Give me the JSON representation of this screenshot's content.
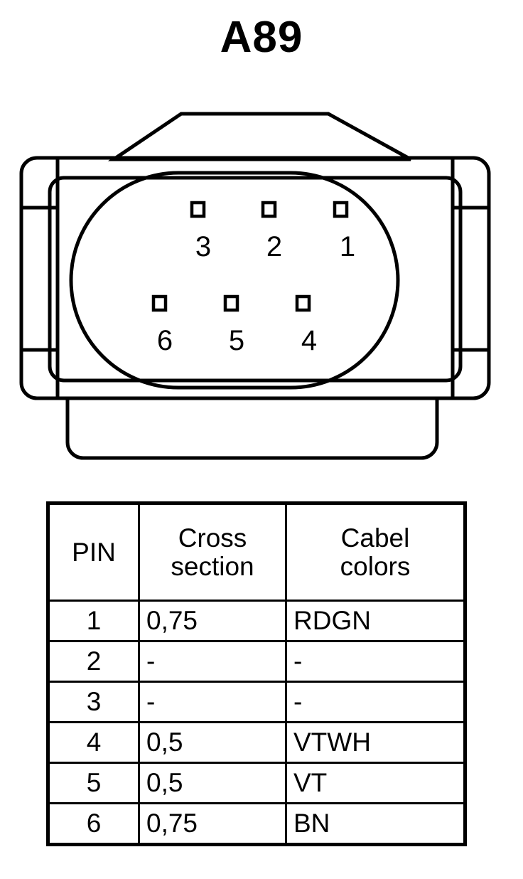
{
  "title": "A89",
  "connector": {
    "name": "6-pin-connector-front-view",
    "pins": [
      {
        "number": "1",
        "row": "top",
        "position": "right"
      },
      {
        "number": "2",
        "row": "top",
        "position": "center"
      },
      {
        "number": "3",
        "row": "top",
        "position": "left"
      },
      {
        "number": "4",
        "row": "bottom",
        "position": "right"
      },
      {
        "number": "5",
        "row": "bottom",
        "position": "center"
      },
      {
        "number": "6",
        "row": "bottom",
        "position": "left"
      }
    ]
  },
  "table": {
    "headers": [
      {
        "lines": [
          "PIN"
        ]
      },
      {
        "lines": [
          "Cross",
          "section"
        ]
      },
      {
        "lines": [
          "Cabel",
          "colors"
        ]
      }
    ],
    "rows": [
      {
        "pin": "1",
        "cross_section": "0,75",
        "cable_colors": "RDGN"
      },
      {
        "pin": "2",
        "cross_section": "-",
        "cable_colors": "-"
      },
      {
        "pin": "3",
        "cross_section": "-",
        "cable_colors": "-"
      },
      {
        "pin": "4",
        "cross_section": "0,5",
        "cable_colors": "VTWH"
      },
      {
        "pin": "5",
        "cross_section": "0,5",
        "cable_colors": "VT"
      },
      {
        "pin": "6",
        "cross_section": "0,75",
        "cable_colors": "BN"
      }
    ]
  },
  "colors": {
    "ink": "#000000",
    "background": "#ffffff"
  }
}
